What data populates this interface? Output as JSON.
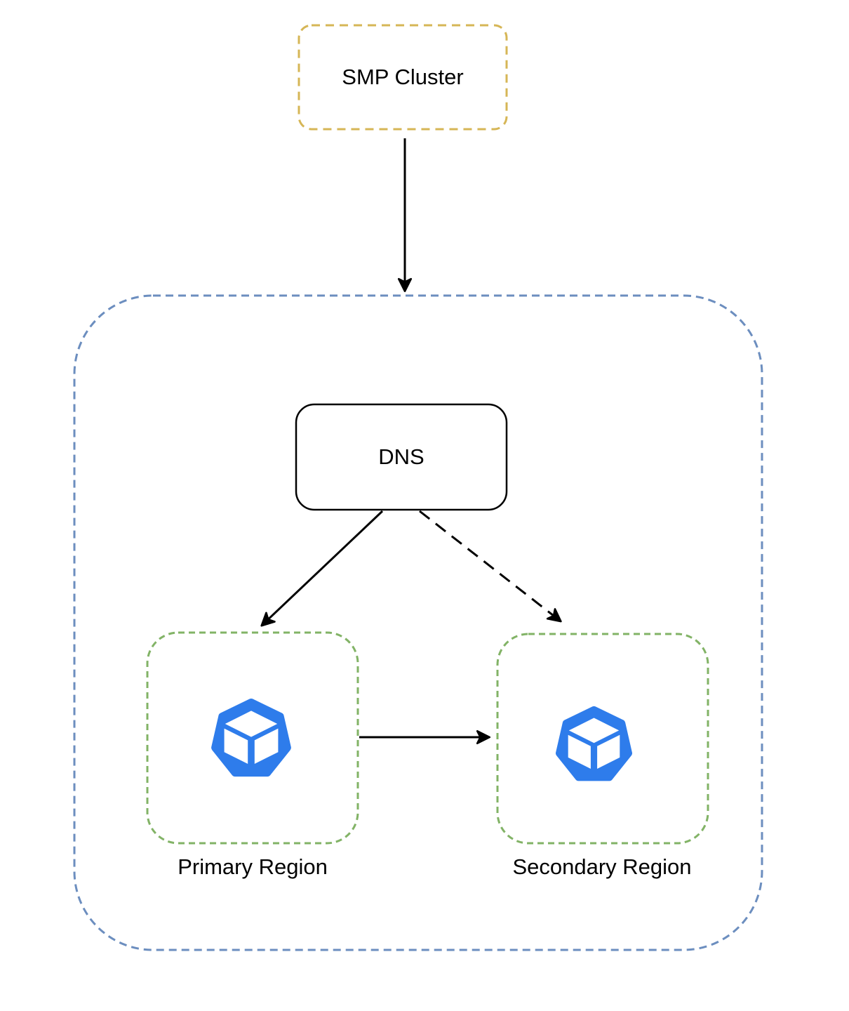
{
  "diagram": {
    "nodes": {
      "smp_cluster": {
        "label": "SMP Cluster",
        "border_color": "#D6B656",
        "border_style": "dashed"
      },
      "region_group": {
        "label": "",
        "border_color": "#6C8EBF",
        "border_style": "dashed"
      },
      "dns": {
        "label": "DNS",
        "border_color": "#000000",
        "border_style": "solid"
      },
      "primary_region": {
        "label": "Primary Region",
        "border_color": "#82B366",
        "border_style": "dashed",
        "icon": "cube-heptagon-icon"
      },
      "secondary_region": {
        "label": "Secondary Region",
        "border_color": "#82B366",
        "border_style": "dashed",
        "icon": "cube-heptagon-icon"
      }
    },
    "edges": [
      {
        "from": "smp_cluster",
        "to": "region_group",
        "style": "solid",
        "arrowhead": "filled-triangle"
      },
      {
        "from": "dns",
        "to": "primary_region",
        "style": "solid",
        "arrowhead": "filled-triangle"
      },
      {
        "from": "dns",
        "to": "secondary_region",
        "style": "dashed",
        "arrowhead": "filled-triangle"
      },
      {
        "from": "primary_region",
        "to": "secondary_region",
        "style": "solid",
        "arrowhead": "filled-triangle"
      }
    ],
    "colors": {
      "smp_border": "#D6B656",
      "group_border": "#6C8EBF",
      "region_border": "#82B366",
      "icon_blue": "#2E7CEB",
      "arrow": "#000000",
      "text": "#000000",
      "background": "#FFFFFF"
    }
  }
}
